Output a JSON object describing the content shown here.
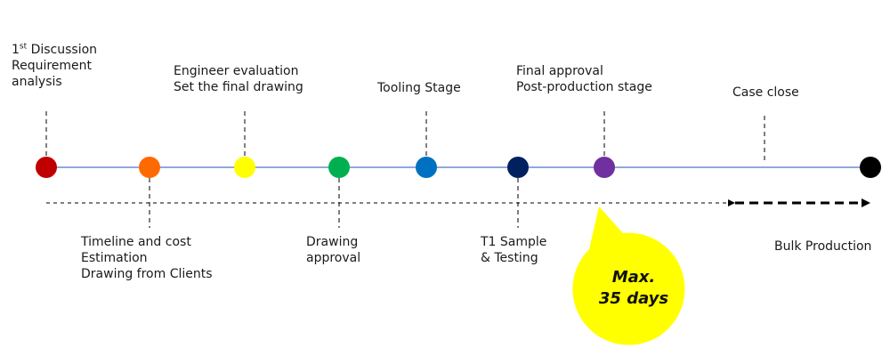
{
  "milestones": [
    {
      "id": "m1",
      "color": "#c00000",
      "lines": [],
      "ordinal": {
        "number": "1",
        "suffix": "st",
        "rest": " Discussion"
      },
      "extra_lines": [
        "Requirement",
        "analysis"
      ],
      "position": "above"
    },
    {
      "id": "m2",
      "color": "#ff6a00",
      "lines": [
        "Timeline and cost",
        "Estimation",
        "Drawing from Clients"
      ],
      "position": "below"
    },
    {
      "id": "m3",
      "color": "#ffff00",
      "lines": [
        "Engineer evaluation",
        "Set the final drawing"
      ],
      "position": "above"
    },
    {
      "id": "m4",
      "color": "#00b050",
      "lines": [
        "Drawing",
        "approval"
      ],
      "position": "below"
    },
    {
      "id": "m5",
      "color": "#0070c0",
      "lines": [
        "Tooling Stage"
      ],
      "position": "above"
    },
    {
      "id": "m6",
      "color": "#002060",
      "lines": [
        "T1 Sample",
        "& Testing"
      ],
      "position": "below"
    },
    {
      "id": "m7",
      "color": "#7030a0",
      "lines": [
        "Final approval",
        "Post-production stage"
      ],
      "position": "above"
    },
    {
      "id": "m8",
      "color": "#000000",
      "lines": [
        "Case close"
      ],
      "position": "above"
    }
  ],
  "bulk_production": "Bulk Production",
  "callout": {
    "line1": "Max.",
    "line2": "35 days",
    "color": "#ffff00"
  },
  "colors": {
    "timeline": "#8faadc",
    "dash": "#000000"
  }
}
